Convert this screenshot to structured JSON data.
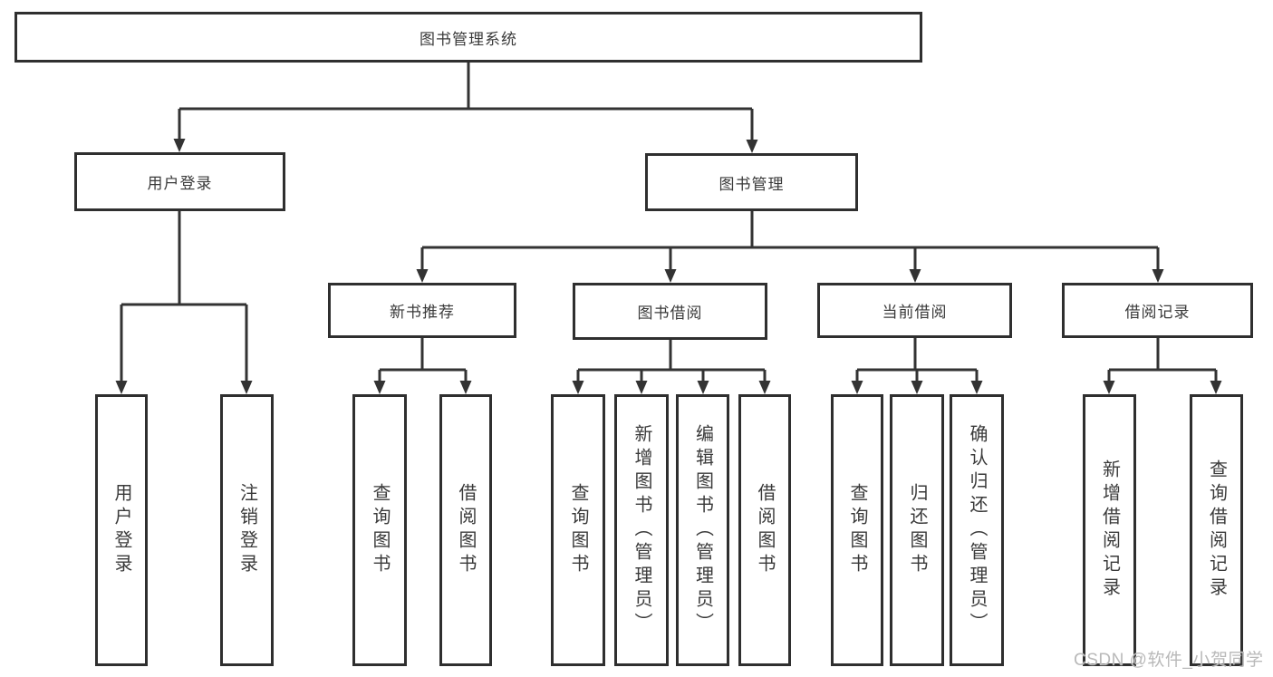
{
  "tree": {
    "root": {
      "label": "图书管理系统",
      "children": [
        {
          "label": "用户登录",
          "children": [
            {
              "label": "用户登录"
            },
            {
              "label": "注销登录"
            }
          ]
        },
        {
          "label": "图书管理",
          "children": [
            {
              "label": "新书推荐",
              "children": [
                {
                  "label": "查询图书"
                },
                {
                  "label": "借阅图书"
                }
              ]
            },
            {
              "label": "图书借阅",
              "children": [
                {
                  "label": "查询图书"
                },
                {
                  "label": "新增图书（管理员）"
                },
                {
                  "label": "编辑图书（管理员）"
                },
                {
                  "label": "借阅图书"
                }
              ]
            },
            {
              "label": "当前借阅",
              "children": [
                {
                  "label": "查询图书"
                },
                {
                  "label": "归还图书"
                },
                {
                  "label": "确认归还（管理员）"
                }
              ]
            },
            {
              "label": "借阅记录",
              "children": [
                {
                  "label": "新增借阅记录"
                },
                {
                  "label": "查询借阅记录"
                }
              ]
            }
          ]
        }
      ]
    }
  },
  "watermark": {
    "text": "CSDN @软件_小贺同学"
  },
  "colors": {
    "line": "#333333",
    "box_border": "#2f2f2f",
    "text": "#3a3a3a",
    "background": "#ffffff",
    "watermark": "#b9b9b9"
  }
}
